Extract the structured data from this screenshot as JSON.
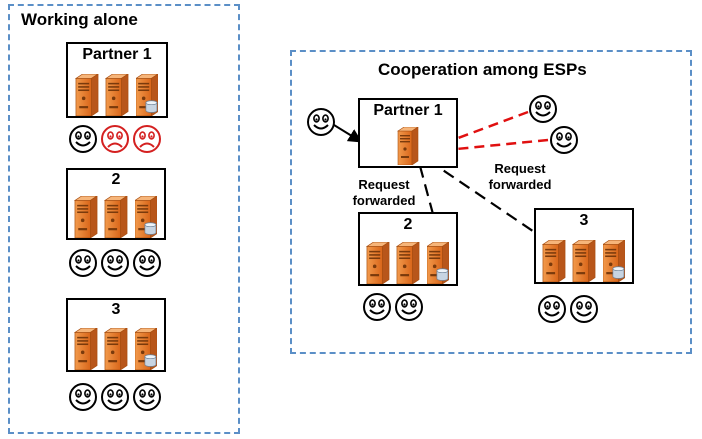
{
  "left_panel": {
    "title": "Working alone",
    "groups": [
      {
        "label": "Partner 1",
        "faces": [
          "happy",
          "sad",
          "sad"
        ]
      },
      {
        "label": "2",
        "faces": [
          "happy",
          "happy",
          "happy"
        ]
      },
      {
        "label": "3",
        "faces": [
          "happy",
          "happy",
          "happy"
        ]
      }
    ]
  },
  "right_panel": {
    "title": "Cooperation among ESPs",
    "partner1_label": "Partner 1",
    "partner2_label": "2",
    "partner3_label": "3",
    "forward_label_left": [
      "Request",
      "forwarded"
    ],
    "forward_label_right": [
      "Request",
      "forwarded"
    ]
  },
  "colors": {
    "panel_border": "#5b8fc7",
    "server_orange": "#e97c2a",
    "sad_face": "#d42020",
    "forward_arrow_red": "#e01010"
  },
  "icons": [
    "server-icon",
    "database-server-icon",
    "happy-face-icon",
    "sad-face-icon",
    "dashed-arrow"
  ]
}
